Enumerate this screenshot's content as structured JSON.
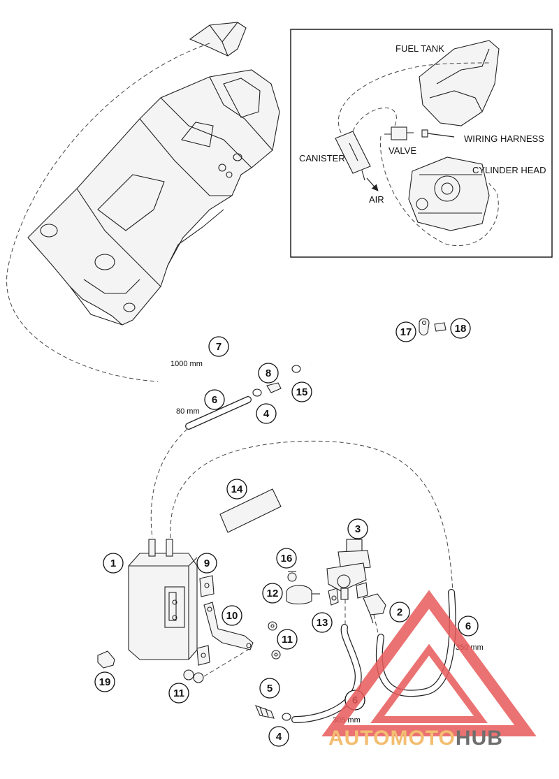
{
  "inset": {
    "labels": {
      "fuel_tank": "FUEL TANK",
      "canister": "CANISTER",
      "valve": "VALVE",
      "wiring_harness": "WIRING HARNESS",
      "cylinder_head": "CYLINDER HEAD",
      "air": "AIR"
    }
  },
  "callouts": {
    "c1": "1",
    "c2": "2",
    "c3": "3",
    "c4a": "4",
    "c4b": "4",
    "c5": "5",
    "c6a": "6",
    "c6b": "6",
    "c6c": "6",
    "c7": "7",
    "c8": "8",
    "c9": "9",
    "c10": "10",
    "c11a": "11",
    "c11b": "11",
    "c12": "12",
    "c13": "13",
    "c14": "14",
    "c15": "15",
    "c16": "16",
    "c17": "17",
    "c18": "18",
    "c19": "19"
  },
  "dimensions": {
    "d1000": "1000 mm",
    "d80": "80 mm",
    "d350": "350 mm",
    "d305": "305 mm"
  },
  "watermark": {
    "part1": "AUTO",
    "part2": "MOTO",
    "part3": "HUB",
    "colors": {
      "triangle": "#e85a5a",
      "text_light": "#f2b35a",
      "text_dark": "#555555"
    }
  }
}
